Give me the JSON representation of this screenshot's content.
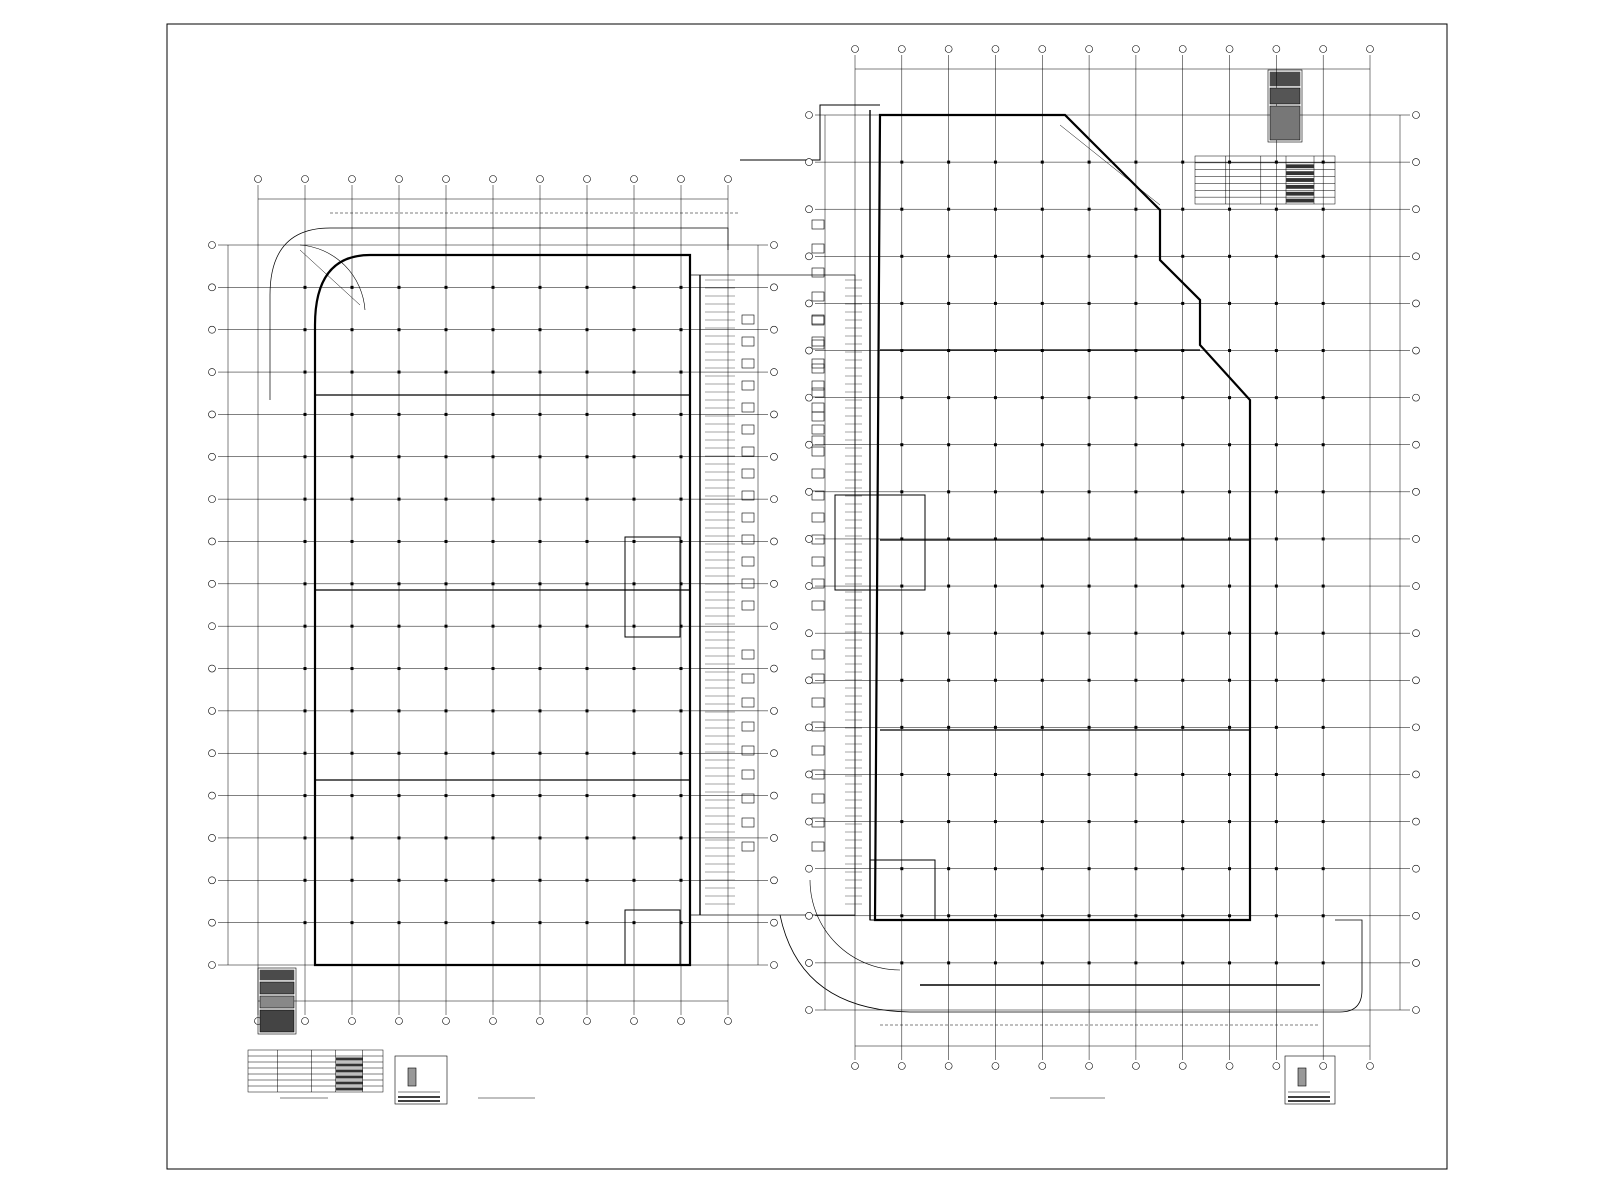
{
  "drawing": {
    "kind": "CAD architectural floor plan",
    "background": "#ffffff",
    "ink_color": "#000000",
    "left_building": {
      "grid_columns": 10,
      "grid_rows": 17,
      "title_label": "",
      "legend_label": ""
    },
    "right_building": {
      "grid_columns": 11,
      "grid_rows": 19,
      "title_label": "",
      "legend_label": ""
    },
    "central_corridor": {
      "parking_stalls_per_row": 14
    }
  }
}
